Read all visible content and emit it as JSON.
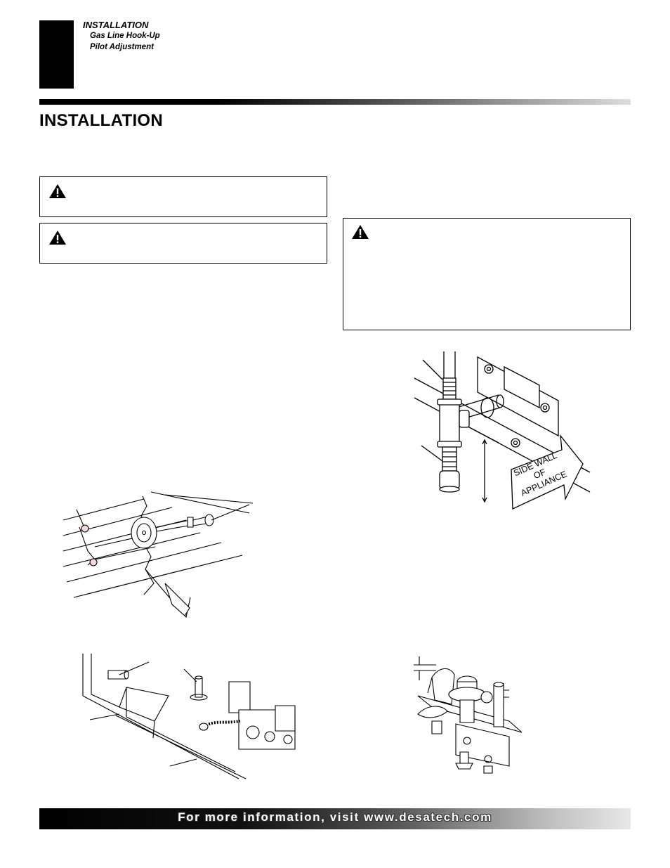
{
  "header": {
    "section": "INSTALLATION",
    "subsections": [
      "Gas Line Hook-Up",
      "Pilot Adjustment"
    ]
  },
  "page_title": "INSTALLATION",
  "figures": {
    "side_wall_label": [
      "SIDE WALL",
      "OF",
      "APPLIANCE"
    ]
  },
  "footer": {
    "text": "For more information, visit www.desatech.com"
  },
  "icons": {
    "warning": "warning-triangle-icon"
  },
  "colors": {
    "footer_start": "#000000",
    "footer_end": "#e8e8e8",
    "accent": "#000000"
  }
}
